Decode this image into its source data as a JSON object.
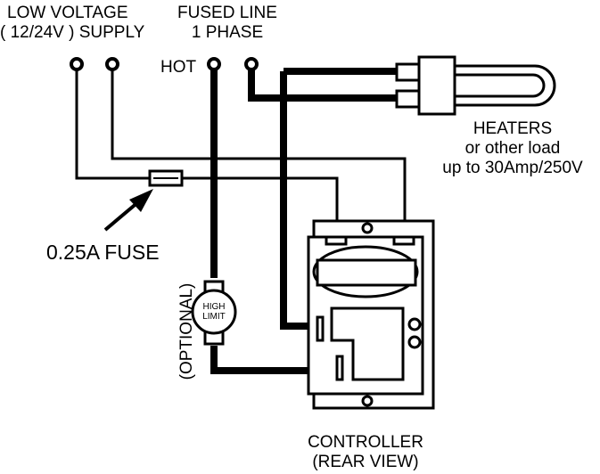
{
  "labels": {
    "low_voltage_line1": "LOW VOLTAGE",
    "low_voltage_line2": "( 12/24V ) SUPPLY",
    "fused_line1": "FUSED LINE",
    "fused_line2": "1 PHASE",
    "hot": "HOT",
    "heaters_line1": "HEATERS",
    "heaters_line2": "or other load",
    "heaters_line3": "up to 30Amp/250V",
    "fuse": "0.25A FUSE",
    "optional": "(OPTIONAL)",
    "high_limit_line1": "HIGH",
    "high_limit_line2": "LIMIT",
    "controller_line1": "CONTROLLER",
    "controller_line2": "(REAR VIEW)"
  },
  "colors": {
    "ink": "#000000",
    "paper": "#ffffff"
  }
}
